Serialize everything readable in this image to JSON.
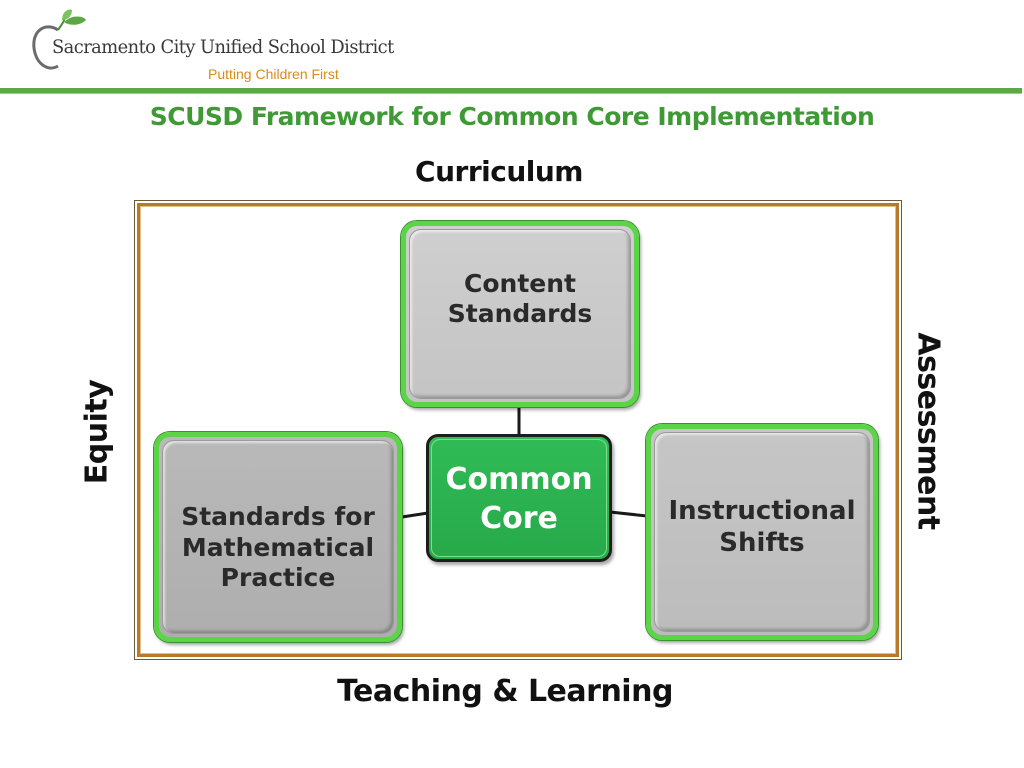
{
  "header": {
    "district_name": "Sacramento City Unified School District",
    "tagline": "Putting Children First",
    "logo_icon": "apple-icon",
    "brand_green": "#5ca845",
    "tagline_color": "#d98a1a"
  },
  "slide": {
    "title": "SCUSD Framework for Common Core Implementation",
    "title_color": "#3f9a36"
  },
  "frame_labels": {
    "top": "Curriculum",
    "bottom": "Teaching & Learning",
    "left": "Equity",
    "right": "Assessment"
  },
  "diagram": {
    "center": "Common\nCore",
    "top_node": "Content\nStandards",
    "left_node": "Standards for\nMathematical\nPractice",
    "right_node": "Instructional\nShifts",
    "node_border_color": "#5bd448",
    "center_fill_color": "#2db352",
    "frame_color": "#b77a2a"
  }
}
